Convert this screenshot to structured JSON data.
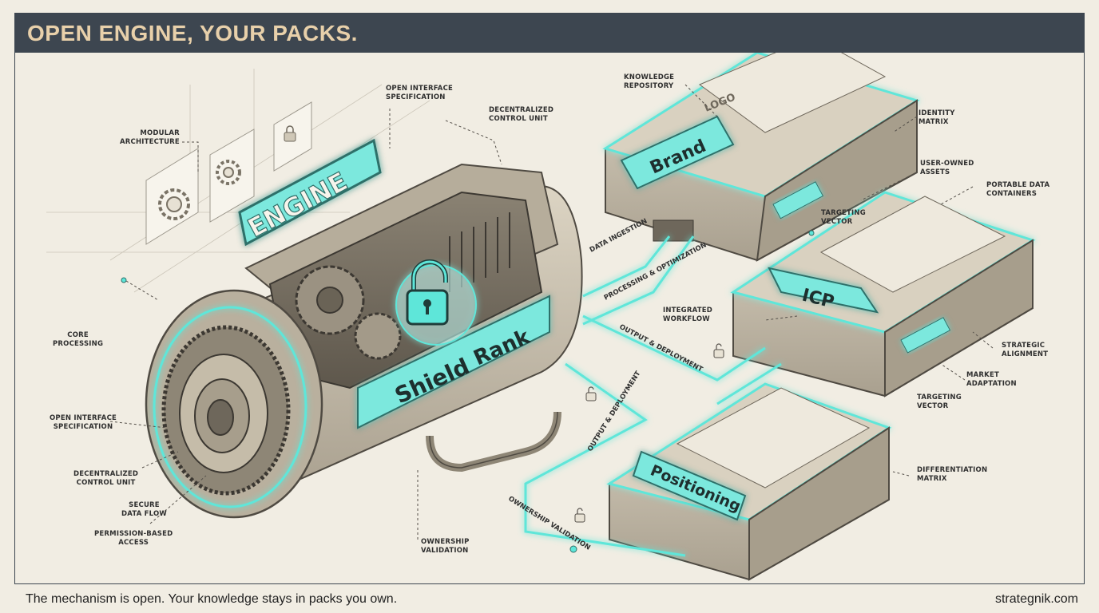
{
  "header": {
    "title": "OPEN ENGINE, YOUR PACKS."
  },
  "engine": {
    "label": "ENGINE",
    "shield_label": "Shield",
    "rank_label": "Rank",
    "lock_icon": "unlocked-padlock-icon"
  },
  "packs": [
    {
      "label": "Brand",
      "logo_text": "LOGO"
    },
    {
      "label": "ICP"
    },
    {
      "label": "Positioning"
    }
  ],
  "labels": {
    "modular": "MODULAR\nARCHITECTURE",
    "open_spec_top": "OPEN INTERFACE\nSPECIFICATION",
    "decentral_top": "DECENTRALIZED\nCONTROL UNIT",
    "core": "CORE\nPROCESSING",
    "open_spec_left": "OPEN INTERFACE\nSPECIFICATION",
    "decentral_left": "DECENTRALIZED\nCONTROL UNIT",
    "secure": "SECURE\nDATA FLOW",
    "permission": "PERMISSION-BASED\nACCESS",
    "ownership_val": "OWNERSHIP\nVALIDATION",
    "knowledge": "KNOWLEDGE\nREPOSITORY",
    "identity": "IDENTITY\nMATRIX",
    "user_owned": "USER-OWNED\nASSETS",
    "portable": "PORTABLE DATA\nCONTAINERS",
    "targeting_mid": "TARGETING\nVECTOR",
    "integrated": "INTEGRATED\nWORKFLOW",
    "strategic": "STRATEGIC\nALIGNMENT",
    "market": "MARKET\nADAPTATION",
    "targeting_low": "TARGETING\nVECTOR",
    "differentiation": "DIFFERENTIATION\nMATRIX"
  },
  "flows": {
    "data_ingestion": "DATA INGESTION",
    "processing": "PROCESSING & OPTIMIZATION",
    "output_top": "OUTPUT & DEPLOYMENT",
    "output_low": "OUTPUT & DEPLOYMENT",
    "ownership": "OWNERSHIP VALIDATION"
  },
  "footer": {
    "tagline": "The mechanism is open. Your knowledge stays in packs you own.",
    "site": "strategnik.com"
  },
  "colors": {
    "accent": "#5ee6d9",
    "header_bg": "#3d4650",
    "header_text": "#e8d0aa",
    "metal": "#c9c0ae",
    "background": "#f1ede3"
  }
}
